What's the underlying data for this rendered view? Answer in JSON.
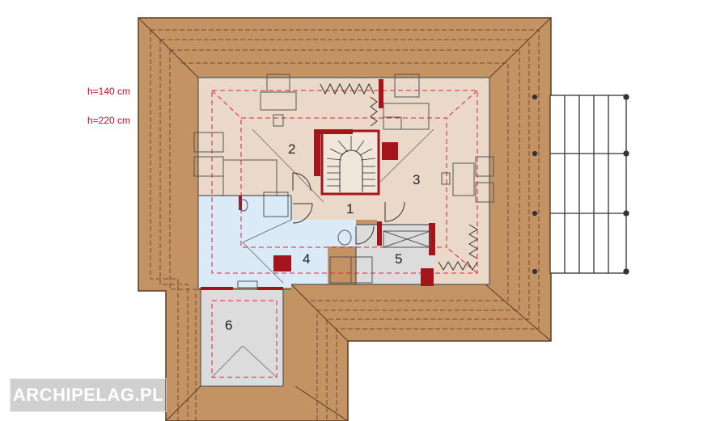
{
  "notes": {
    "height_low": "h=140 cm",
    "height_high": "h=220 cm"
  },
  "rooms": [
    {
      "number": "1"
    },
    {
      "number": "2"
    },
    {
      "number": "3"
    },
    {
      "number": "4"
    },
    {
      "number": "5"
    },
    {
      "number": "6"
    }
  ],
  "watermark": "ARCHIPELAG.PL",
  "colors": {
    "roof": "#c49363",
    "room_beige": "#ead9c9",
    "room_blue": "#dbeaf7",
    "room_grey": "#dcdcdc",
    "wall_red": "#a3141b",
    "limit_line": "#e0233a"
  }
}
